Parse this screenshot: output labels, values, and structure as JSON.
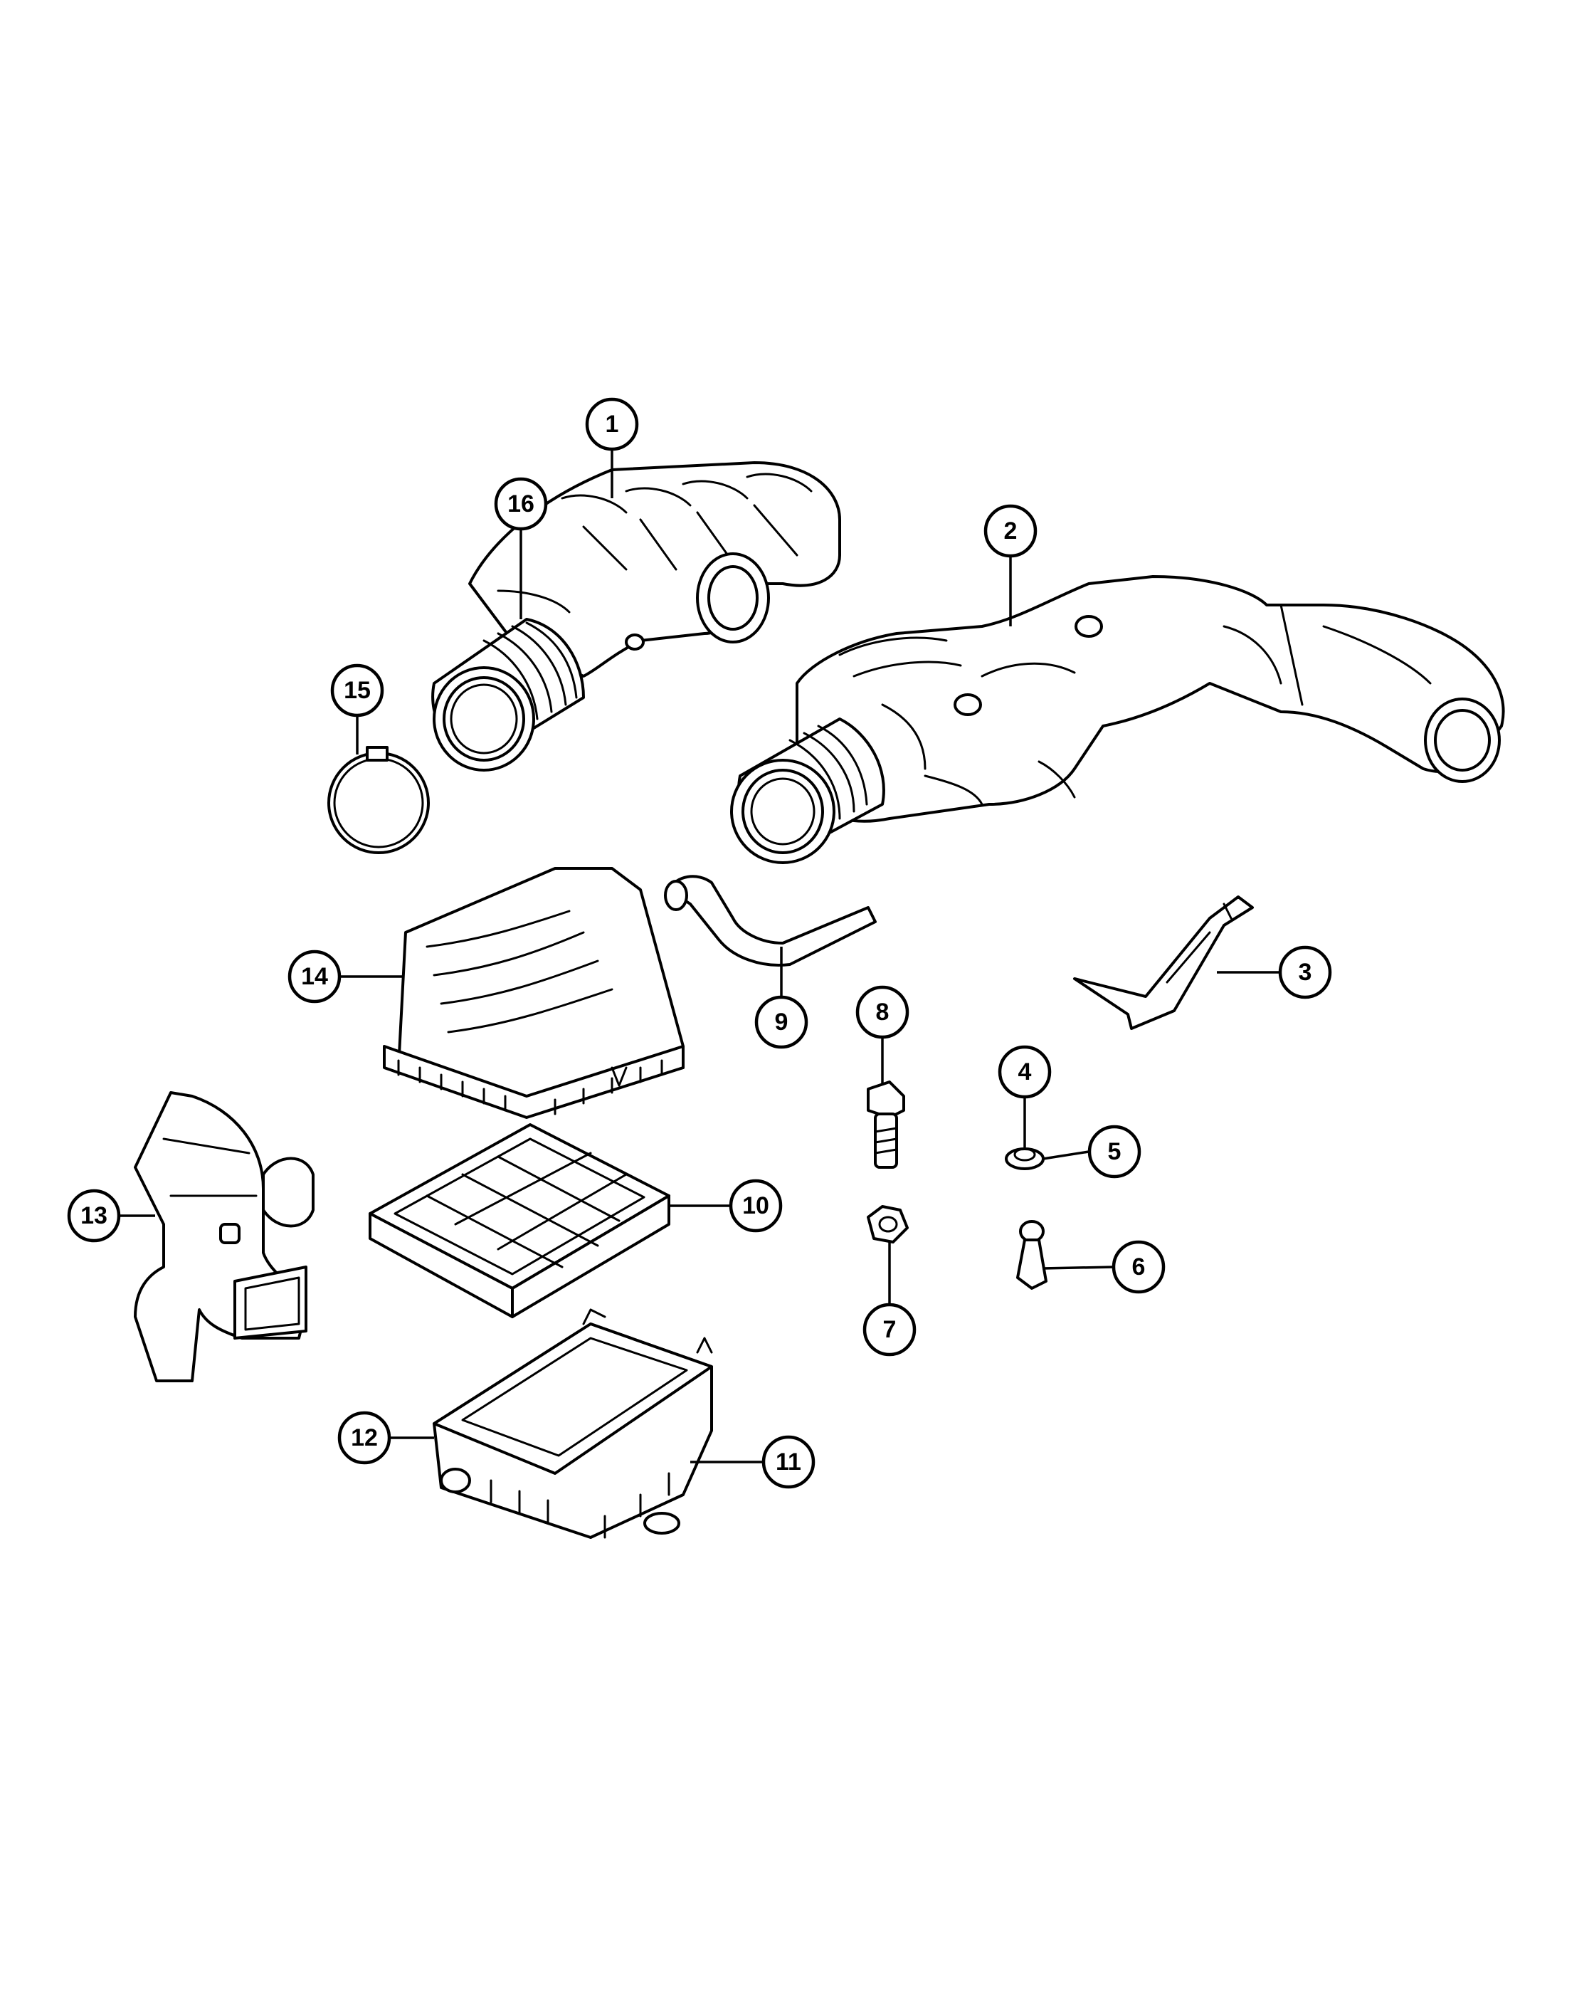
{
  "callouts": [
    {
      "id": "1",
      "label": "1",
      "part": "air-intake-resonator"
    },
    {
      "id": "2",
      "label": "2",
      "part": "air-intake-duct-assembly"
    },
    {
      "id": "3",
      "label": "3",
      "part": "support-bracket"
    },
    {
      "id": "4",
      "label": "4",
      "part": "grommet"
    },
    {
      "id": "5",
      "label": "5",
      "part": "grommet-seat"
    },
    {
      "id": "6",
      "label": "6",
      "part": "clip-fastener"
    },
    {
      "id": "7",
      "label": "7",
      "part": "nut"
    },
    {
      "id": "8",
      "label": "8",
      "part": "bolt"
    },
    {
      "id": "9",
      "label": "9",
      "part": "breather-hose"
    },
    {
      "id": "10",
      "label": "10",
      "part": "air-filter-element"
    },
    {
      "id": "11",
      "label": "11",
      "part": "air-cleaner-housing-base"
    },
    {
      "id": "12",
      "label": "12",
      "part": "housing-seal"
    },
    {
      "id": "13",
      "label": "13",
      "part": "inlet-duct"
    },
    {
      "id": "14",
      "label": "14",
      "part": "air-cleaner-cover"
    },
    {
      "id": "15",
      "label": "15",
      "part": "hose-clamp"
    },
    {
      "id": "16",
      "label": "16",
      "part": "bellows-hose"
    }
  ],
  "colors": {
    "line": "#000000",
    "background": "#ffffff"
  }
}
